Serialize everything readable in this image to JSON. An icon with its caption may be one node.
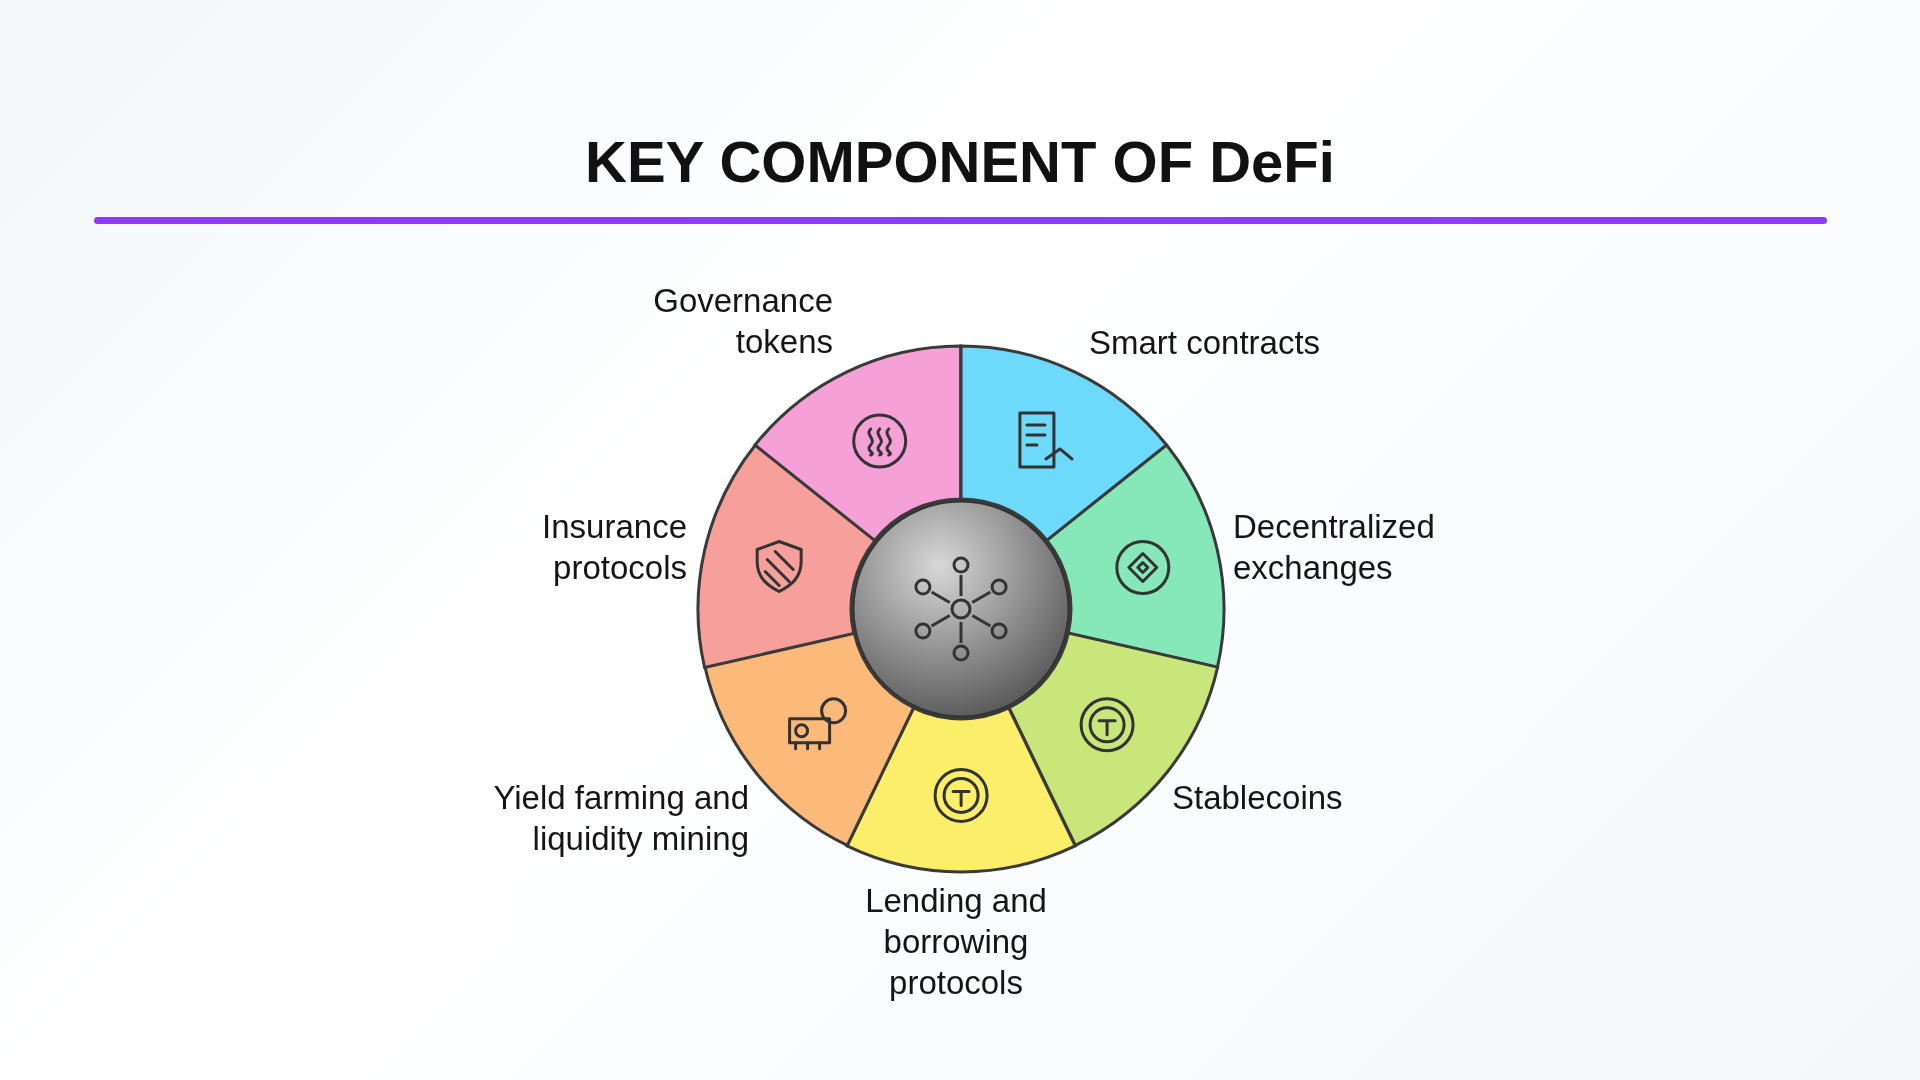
{
  "diagram": {
    "title": "KEY COMPONENT OF DeFi",
    "nodes": [
      {
        "text": [],
        "shape": "circle"
      },
      {
        "text": [
          "Smart contracts"
        ]
      },
      {
        "text": [
          "Decentralized exchanges"
        ]
      },
      {
        "text": [
          "Stablecoins"
        ]
      },
      {
        "text": [
          "Lending and borrowing protocols"
        ]
      },
      {
        "text": [
          "Yield farming and liquidity mining"
        ]
      },
      {
        "text": [
          "Insurance protocols"
        ]
      },
      {
        "text": [
          "Governance tokens"
        ]
      }
    ]
  }
}
